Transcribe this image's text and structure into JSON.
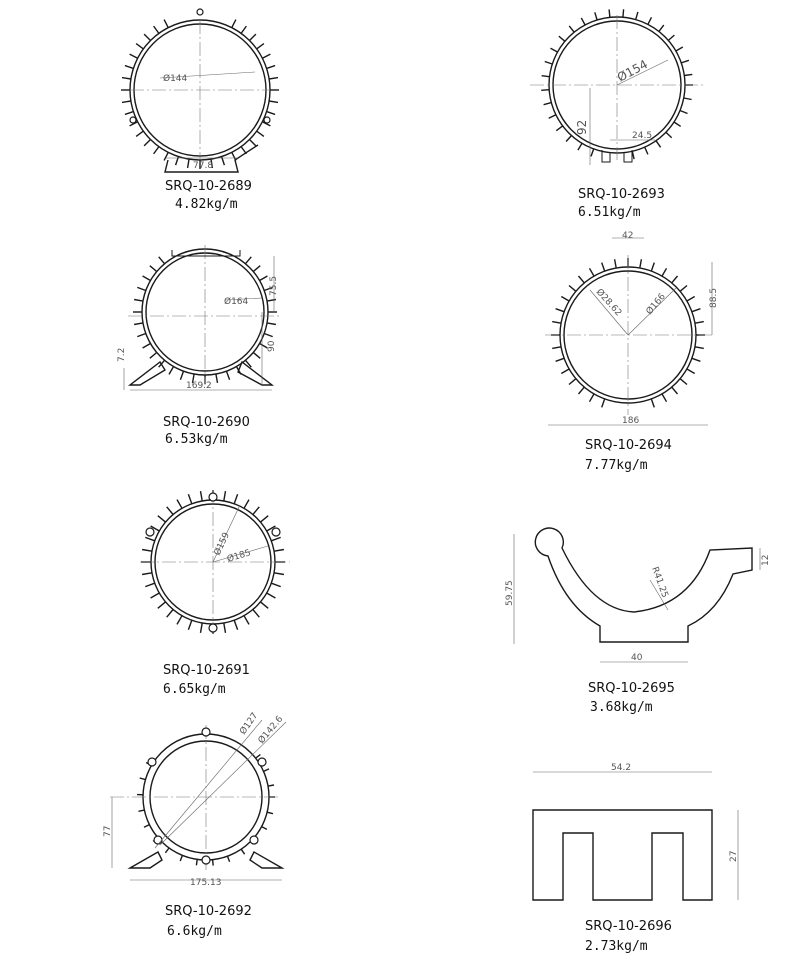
{
  "parts": [
    {
      "code": "SRQ-10-2689",
      "weight": "4.82kg/m",
      "dims": [
        "Ø144",
        "77.8"
      ]
    },
    {
      "code": "SRQ-10-2690",
      "weight": "6.53kg/m",
      "dims": [
        "Ø164",
        "75.5",
        "90",
        "7.2",
        "169.2"
      ]
    },
    {
      "code": "SRQ-10-2691",
      "weight": "6.65kg/m",
      "dims": [
        "Ø159",
        "Ø185"
      ]
    },
    {
      "code": "SRQ-10-2692",
      "weight": "6.6kg/m",
      "dims": [
        "Ø127",
        "Ø142.6",
        "77",
        "175.13"
      ]
    },
    {
      "code": "SRQ-10-2693",
      "weight": "6.51kg/m",
      "dims": [
        "Ø154",
        "92",
        "24.5"
      ]
    },
    {
      "code": "SRQ-10-2694",
      "weight": "7.77kg/m",
      "dims": [
        "42",
        "Ø28.62",
        "Ø166",
        "88.5",
        "186"
      ]
    },
    {
      "code": "SRQ-10-2695",
      "weight": "3.68kg/m",
      "dims": [
        "R41.25",
        "59.75",
        "12",
        "40"
      ]
    },
    {
      "code": "SRQ-10-2696",
      "weight": "2.73kg/m",
      "dims": [
        "54.2",
        "27"
      ]
    }
  ]
}
